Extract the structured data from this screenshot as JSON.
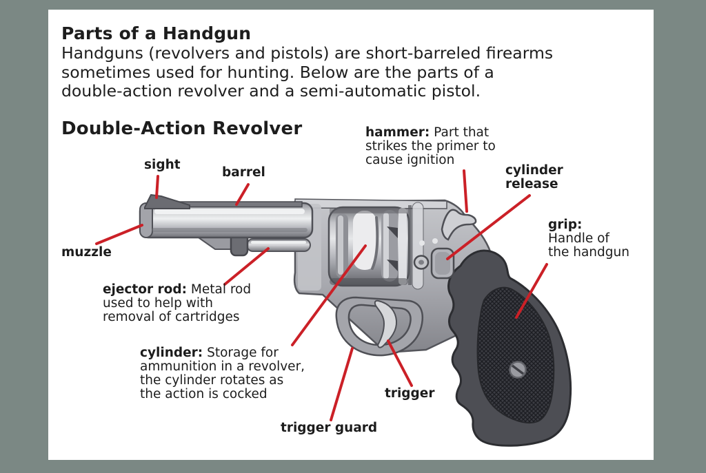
{
  "colors": {
    "background": "#7b8884",
    "card": "#ffffff",
    "leader_line": "#cb2027",
    "text": "#1d1d1d",
    "metal_light": "#eceded",
    "metal_dark": "#6f7076",
    "grip_dark": "#3c3d43"
  },
  "header": {
    "title": "Parts of a Handgun",
    "intro_lines": [
      "Handguns (revolvers and pistols) are short-barreled firearms",
      "sometimes used for hunting. Below are the parts of a",
      "double-action revolver and a semi-automatic pistol."
    ]
  },
  "diagram": {
    "heading": "Double-Action Revolver",
    "labels": [
      {
        "id": "sight",
        "term": "sight"
      },
      {
        "id": "barrel",
        "term": "barrel"
      },
      {
        "id": "muzzle",
        "term": "muzzle"
      },
      {
        "id": "ejector-rod",
        "term": "ejector rod:",
        "lines": [
          "Metal rod",
          "used to help with",
          "removal of cartridges"
        ]
      },
      {
        "id": "cylinder",
        "term": "cylinder:",
        "lines": [
          "Storage for",
          "ammunition in a revolver,",
          "the cylinder rotates as",
          "the action is cocked"
        ]
      },
      {
        "id": "trigger",
        "term": "trigger"
      },
      {
        "id": "trigger-guard",
        "term": "trigger guard"
      },
      {
        "id": "hammer",
        "term": "hammer:",
        "lines": [
          "Part that",
          "strikes the primer to",
          "cause ignition"
        ]
      },
      {
        "id": "cylinder-release",
        "lines": [
          "cylinder",
          "release"
        ]
      },
      {
        "id": "grip",
        "term": "grip:",
        "lines": [
          "Handle of",
          "the handgun"
        ]
      }
    ]
  }
}
